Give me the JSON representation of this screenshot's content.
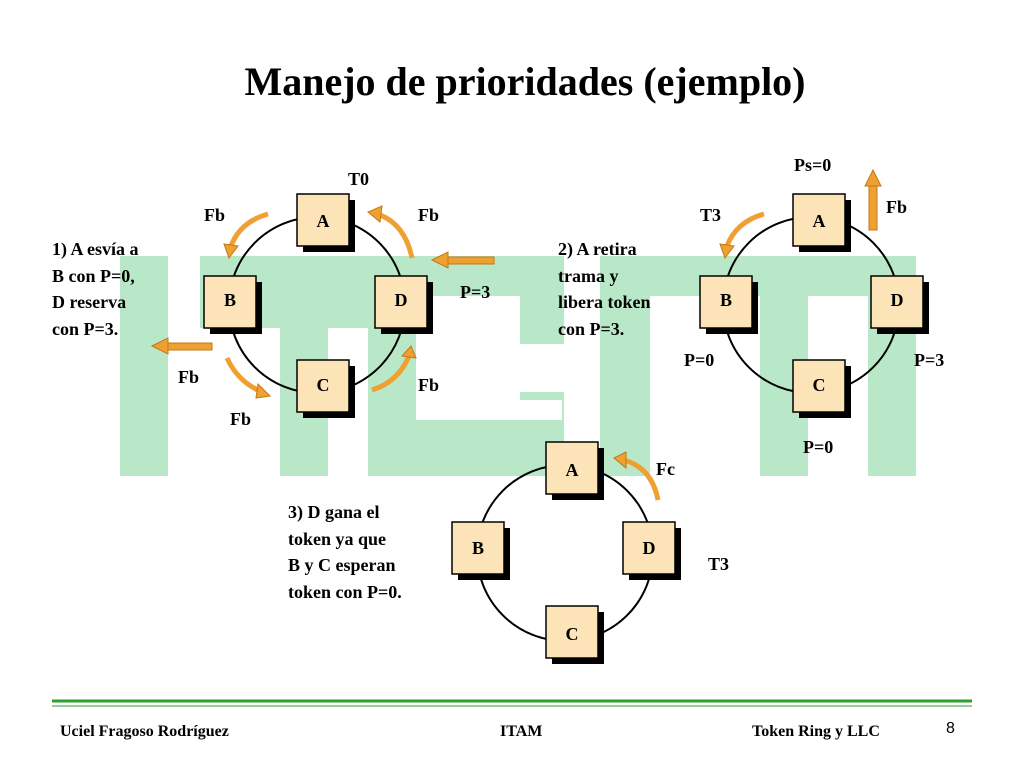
{
  "title": "Manejo de prioridades (ejemplo)",
  "colors": {
    "watermark": "#b8e8c8",
    "node_fill": "#fde4b8",
    "node_shadow": "#000000",
    "arrow": "#f0a030",
    "footer_line": "#2e9e2e"
  },
  "diagram1": {
    "nodes": [
      "A",
      "B",
      "D",
      "C"
    ],
    "token": "T0",
    "arrow_labels": {
      "top_left": "Fb",
      "top_right": "Fb",
      "left": "Fb",
      "bottom_left": "Fb",
      "bottom_right": "Fb"
    },
    "incoming": "P=3",
    "caption": [
      "1) A esvía a",
      "B con P=0,",
      "D reserva",
      "con P=3."
    ]
  },
  "diagram2": {
    "nodes": [
      "A",
      "B",
      "D",
      "C"
    ],
    "token": "T3",
    "up_label": "Ps=0",
    "up_arrow_label": "Fb",
    "p_left": "P=0",
    "p_right": "P=3",
    "p_bottom": "P=0",
    "caption": [
      "2) A retira",
      "trama y",
      "libera token",
      "con P=3."
    ]
  },
  "diagram3": {
    "nodes": [
      "A",
      "B",
      "D",
      "C"
    ],
    "arrow_label": "Fc",
    "token": "T3",
    "caption": [
      "3) D gana el",
      "token ya que",
      "B y C esperan",
      "token con P=0."
    ]
  },
  "footer": {
    "author": "Uciel Fragoso Rodríguez",
    "org": "ITAM",
    "topic": "Token Ring y LLC",
    "page": "8"
  }
}
